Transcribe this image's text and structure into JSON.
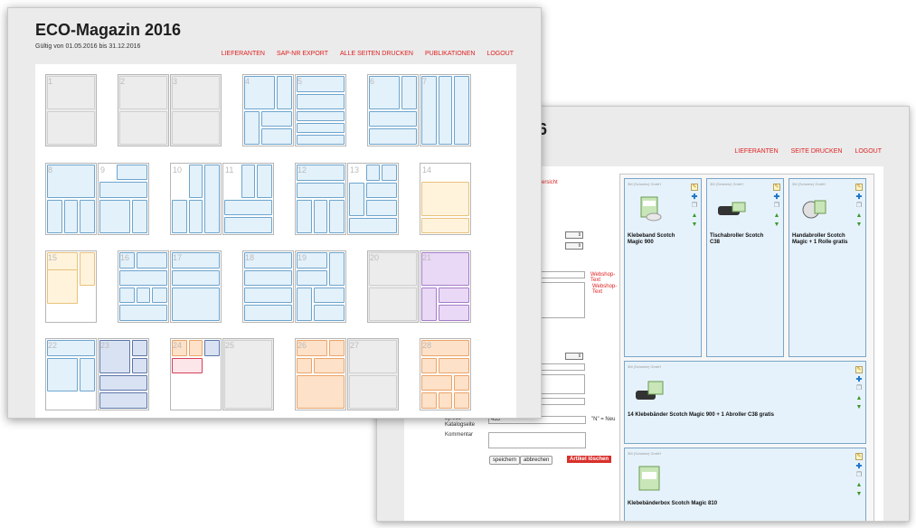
{
  "back_window": {
    "title_fragment": "6",
    "nav": [
      "LIEFERANTEN",
      "SEITE DRUCKEN",
      "LOGOUT"
    ],
    "form": {
      "fragment_text": "ersicht",
      "webshop_link_1": "Webshop-Text",
      "webshop_link_2": "Webshop-Text",
      "katalog_label": "Lyreco Katalogseite",
      "katalog_value": "435",
      "new_hint": "\"N\" = Neu",
      "kommentar_label": "Kommentar",
      "save_button": "speichern",
      "cancel_button": "abbrechen",
      "delete_button": "Artikel löschen"
    },
    "products": [
      {
        "supplier": "3M (Schweiz) GmbH",
        "name": "Klebeband Scotch Magic 900"
      },
      {
        "supplier": "3M (Schweiz) GmbH",
        "name": "Tischabroller Scotch C38"
      },
      {
        "supplier": "3M (Schweiz) GmbH",
        "name": "Handabroller Scotch Magic + 1 Rolle gratis"
      },
      {
        "supplier": "3M (Schweiz) GmbH",
        "name": "14 Klebebänder Scotch Magic 900 + 1 Abroller C38 gratis"
      },
      {
        "supplier": "3M (Schweiz) GmbH",
        "name": "Klebebänderbox Scotch Magic 810"
      }
    ]
  },
  "front_window": {
    "title": "ECO-Magazin 2016",
    "validity": "Gültig von 01.05.2016 bis 31.12.2016",
    "nav": [
      "LIEFERANTEN",
      "SAP-NR EXPORT",
      "ALLE SEITEN DRUCKEN",
      "PUBLIKATIONEN",
      "LOGOUT"
    ],
    "pages": [
      "1",
      "2",
      "3",
      "4",
      "5",
      "6",
      "7",
      "8",
      "9",
      "10",
      "11",
      "12",
      "13",
      "14",
      "15",
      "16",
      "17",
      "18",
      "19",
      "20",
      "21",
      "22",
      "23",
      "24",
      "25",
      "26",
      "27",
      "28"
    ]
  },
  "colors": {
    "accent_red": "#e02020",
    "slot_blue": "#e3f1fb",
    "slot_yellow": "#fff3dc",
    "slot_purple": "#ead9f6",
    "slot_orange": "#fde1c8",
    "slot_navy": "#d9e2f3",
    "slot_red": "#fde6ea"
  }
}
